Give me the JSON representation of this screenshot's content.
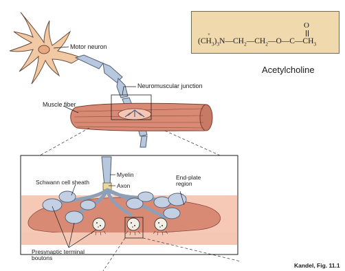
{
  "figure": {
    "labels": {
      "motor_neuron": "Motor neuron",
      "neuromuscular_junction": "Neuromuscular junction",
      "muscle_fiber": "Muscle fiber",
      "myelin": "Myelin",
      "axon": "Axon",
      "schwann_cell_sheath": "Schwann cell sheath",
      "end_plate_region_line1": "End-plate",
      "end_plate_region_line2": "region",
      "presynaptic_line1": "Presynaptic terminal",
      "presynaptic_line2": "boutons"
    }
  },
  "acetylcholine": {
    "formula": {
      "group": "(CH",
      "sub_3": "3",
      "after_group": ")",
      "sub_3b": "3",
      "nitrogen": "N",
      "plus": "+",
      "bond": "—",
      "ch2": "CH",
      "sub_2": "2",
      "oxygen": "O",
      "carbon": "C",
      "ch3": "CH",
      "carbonyl_oxygen": "O"
    },
    "name": "Acetylcholine"
  },
  "citation": "Kandel, Fig. 11.1",
  "colors": {
    "muscle": "#d98a75",
    "myelin": "#b7c7dd",
    "formula_bg": "#f0d9ad",
    "endplate": "#f3c7b4"
  }
}
